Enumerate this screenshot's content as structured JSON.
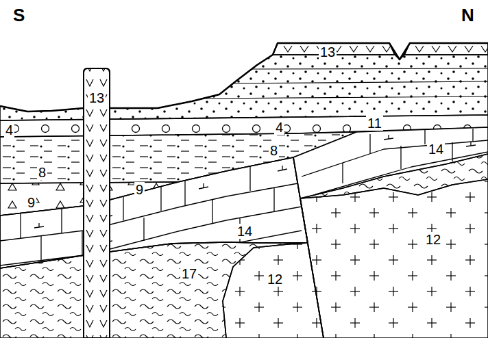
{
  "diagram": {
    "labels": [
      "S",
      "N",
      "13",
      "13",
      "11",
      "4",
      "4",
      "8",
      "8",
      "9",
      "9",
      "14",
      "14",
      "12",
      "12",
      "17"
    ]
  }
}
